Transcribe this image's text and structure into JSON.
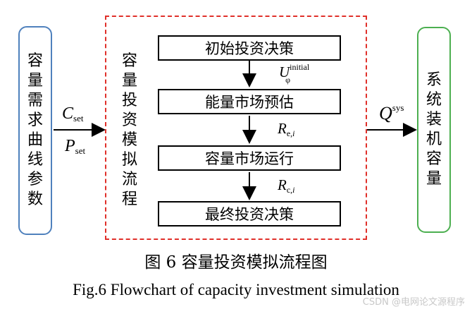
{
  "left_box": {
    "chars": [
      "容",
      "量",
      "需",
      "求",
      "曲",
      "线",
      "参",
      "数"
    ]
  },
  "right_box": {
    "chars": [
      "系",
      "统",
      "装",
      "机",
      "容",
      "量"
    ]
  },
  "mid_label": {
    "chars": [
      "容",
      "量",
      "投",
      "资",
      "模",
      "拟",
      "流",
      "程"
    ]
  },
  "steps": [
    "初始投资决策",
    "能量市场预估",
    "容量市场运行",
    "最终投资决策"
  ],
  "arrow_labels": {
    "u": {
      "main": "U",
      "sup": "initial",
      "sub": "φ"
    },
    "re": {
      "main": "R",
      "sub": "e,",
      "sub_i": "i"
    },
    "rc": {
      "main": "R",
      "sub": "c,",
      "sub_i": "i"
    },
    "c_set": {
      "main": "C",
      "sub": "set"
    },
    "p_set": {
      "main": "P",
      "sub": "set"
    },
    "q_sys": {
      "main": "Q",
      "sup": "sys"
    }
  },
  "caption_cn": "图 6 容量投资模拟流程图",
  "caption_en": "Fig.6 Flowchart of capacity investment simulation",
  "watermark": "CSDN @电网论文源程序",
  "colors": {
    "left_border": "#4f81bd",
    "right_border": "#4caf50",
    "dashed_border": "#e0302a"
  }
}
